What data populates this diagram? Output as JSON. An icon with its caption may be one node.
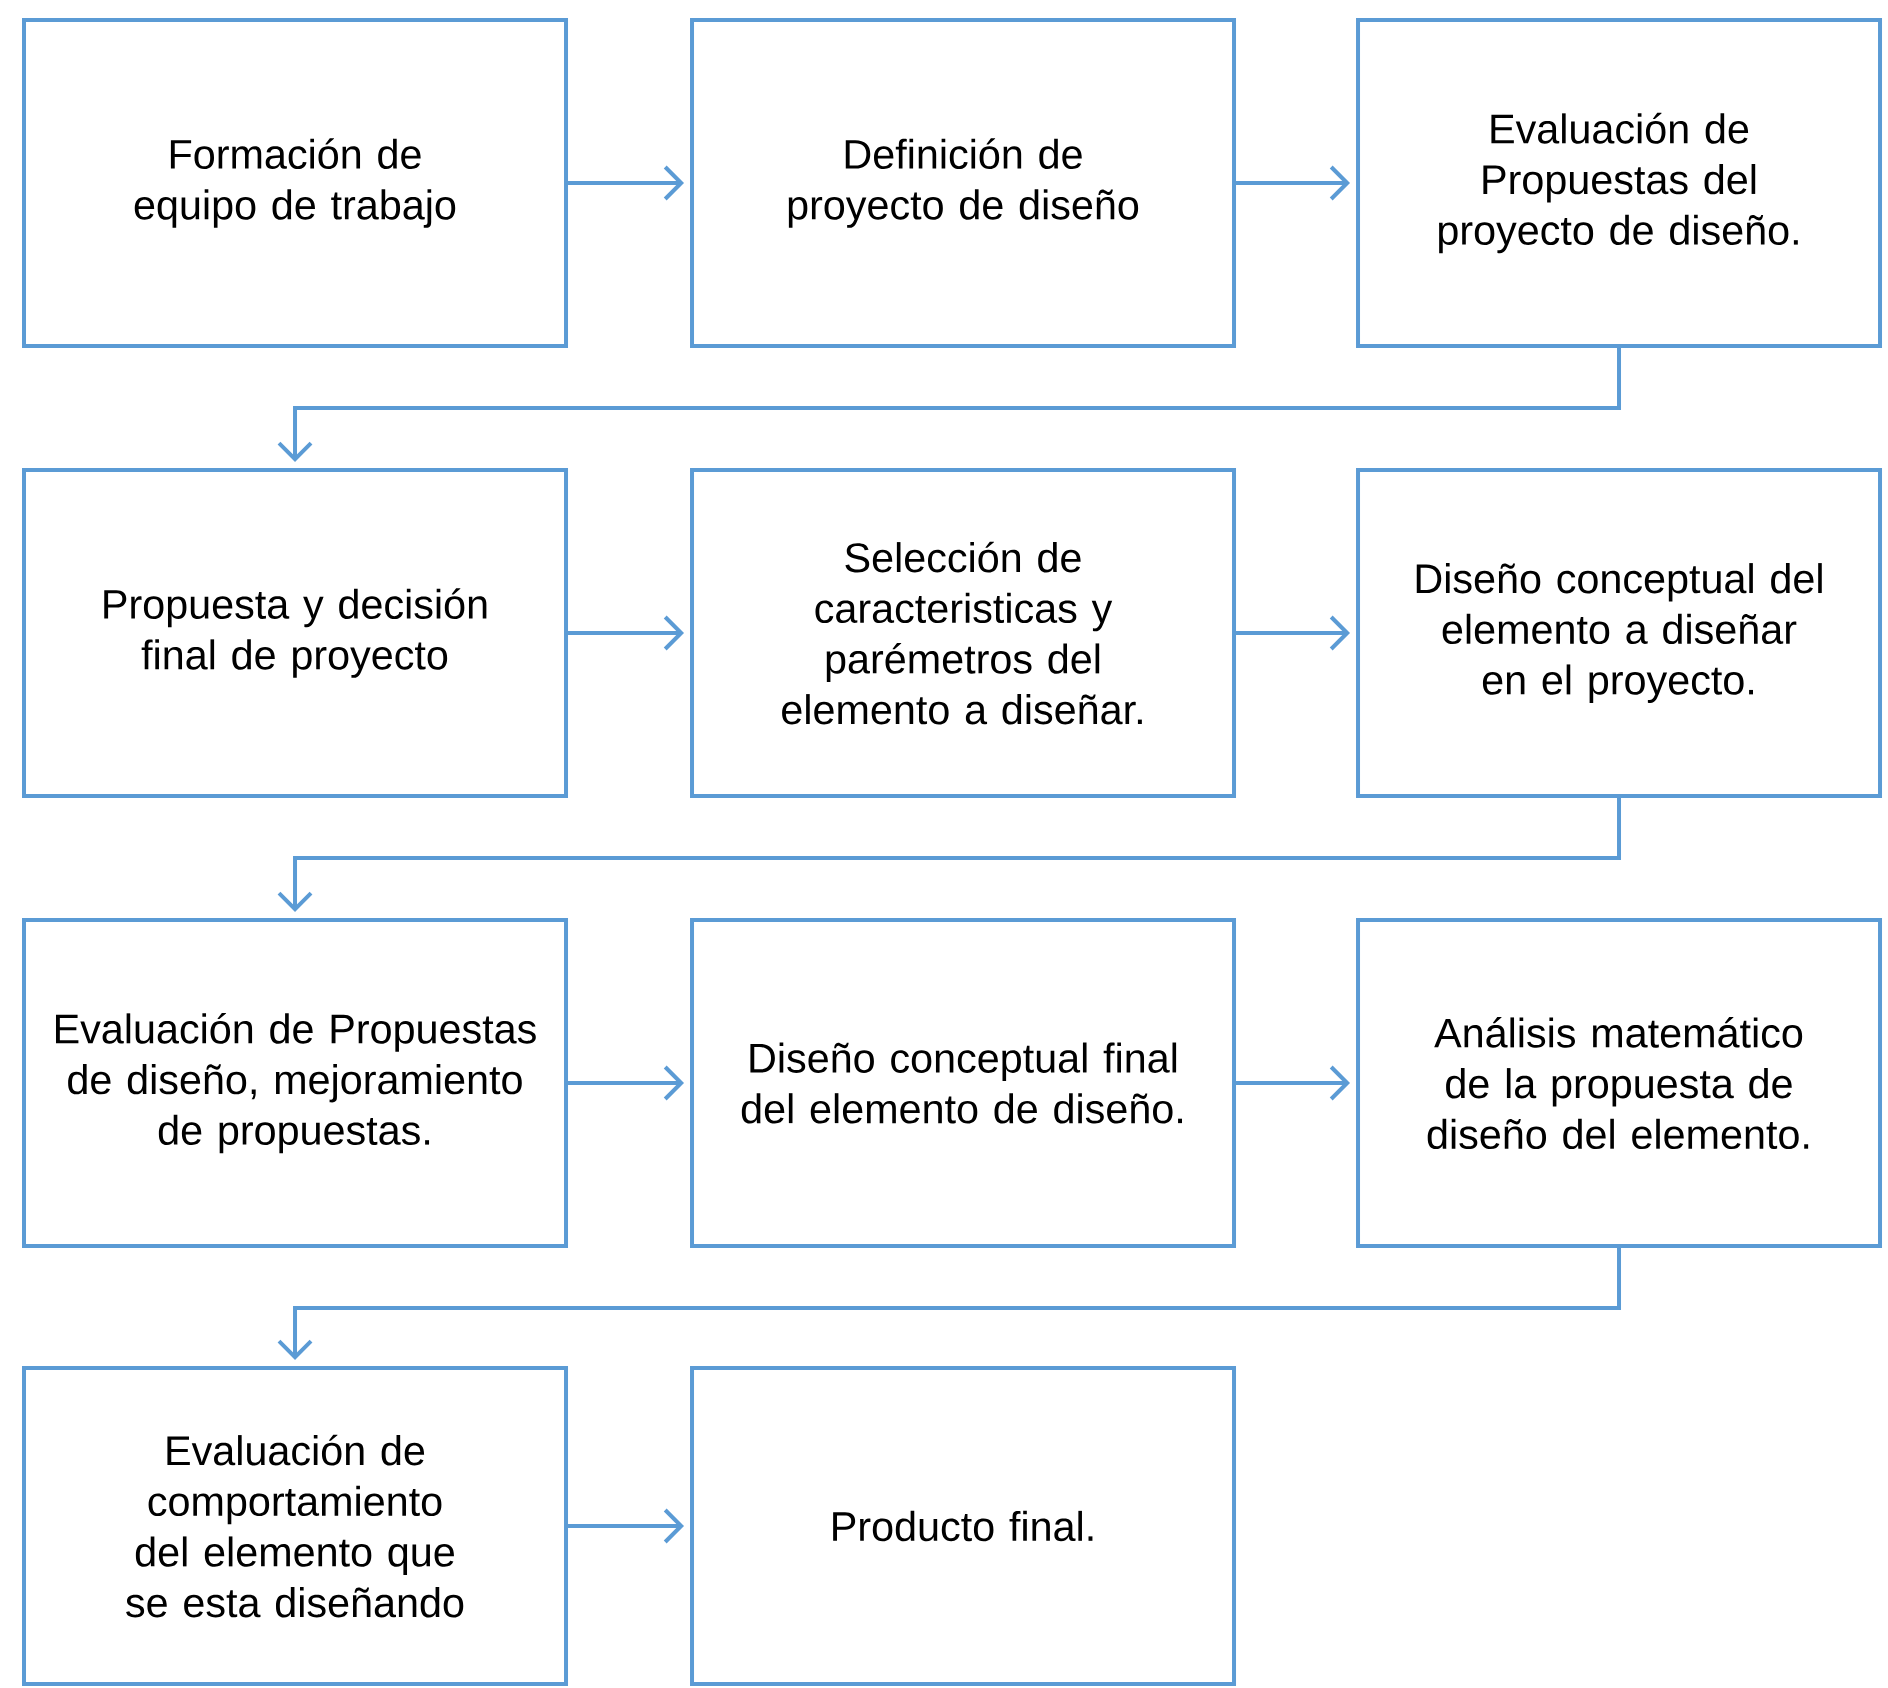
{
  "diagram": {
    "nodes": [
      {
        "text": [
          "Formación de equipo de trabajo"
        ]
      },
      {
        "text": [
          "Definición de proyecto de diseño"
        ]
      },
      {
        "text": [
          "Evaluación de Propuestas del proyecto de diseño."
        ]
      },
      {
        "text": [
          "Propuesta y decisión final de proyecto"
        ]
      },
      {
        "text": [
          "Selección de caracteristicas y parémetros del elemento a diseñar."
        ]
      },
      {
        "text": [
          "Diseño conceptual del elemento a diseñar en el proyecto."
        ]
      },
      {
        "text": [
          "Evaluación de Propuestas de diseño, mejoramiento de propuestas."
        ]
      },
      {
        "text": [
          "Diseño conceptual final del elemento de diseño."
        ]
      },
      {
        "text": [
          "Análisis matemático de la propuesta de diseño del elemento."
        ]
      },
      {
        "text": [
          "Evaluación de comportamiento del elemento que se esta diseñando"
        ]
      },
      {
        "text": [
          "Producto final."
        ]
      }
    ],
    "edges": [
      {
        "from": 0,
        "to": 1,
        "arrow": "to"
      },
      {
        "from": 1,
        "to": 2,
        "arrow": "to"
      },
      {
        "from": 2,
        "to": 3,
        "arrow": "to"
      },
      {
        "from": 3,
        "to": 4,
        "arrow": "to"
      },
      {
        "from": 4,
        "to": 5,
        "arrow": "to"
      },
      {
        "from": 5,
        "to": 6,
        "arrow": "to"
      },
      {
        "from": 6,
        "to": 7,
        "arrow": "to"
      },
      {
        "from": 7,
        "to": 8,
        "arrow": "to"
      },
      {
        "from": 8,
        "to": 9,
        "arrow": "to"
      },
      {
        "from": 9,
        "to": 10,
        "arrow": "to"
      }
    ]
  }
}
